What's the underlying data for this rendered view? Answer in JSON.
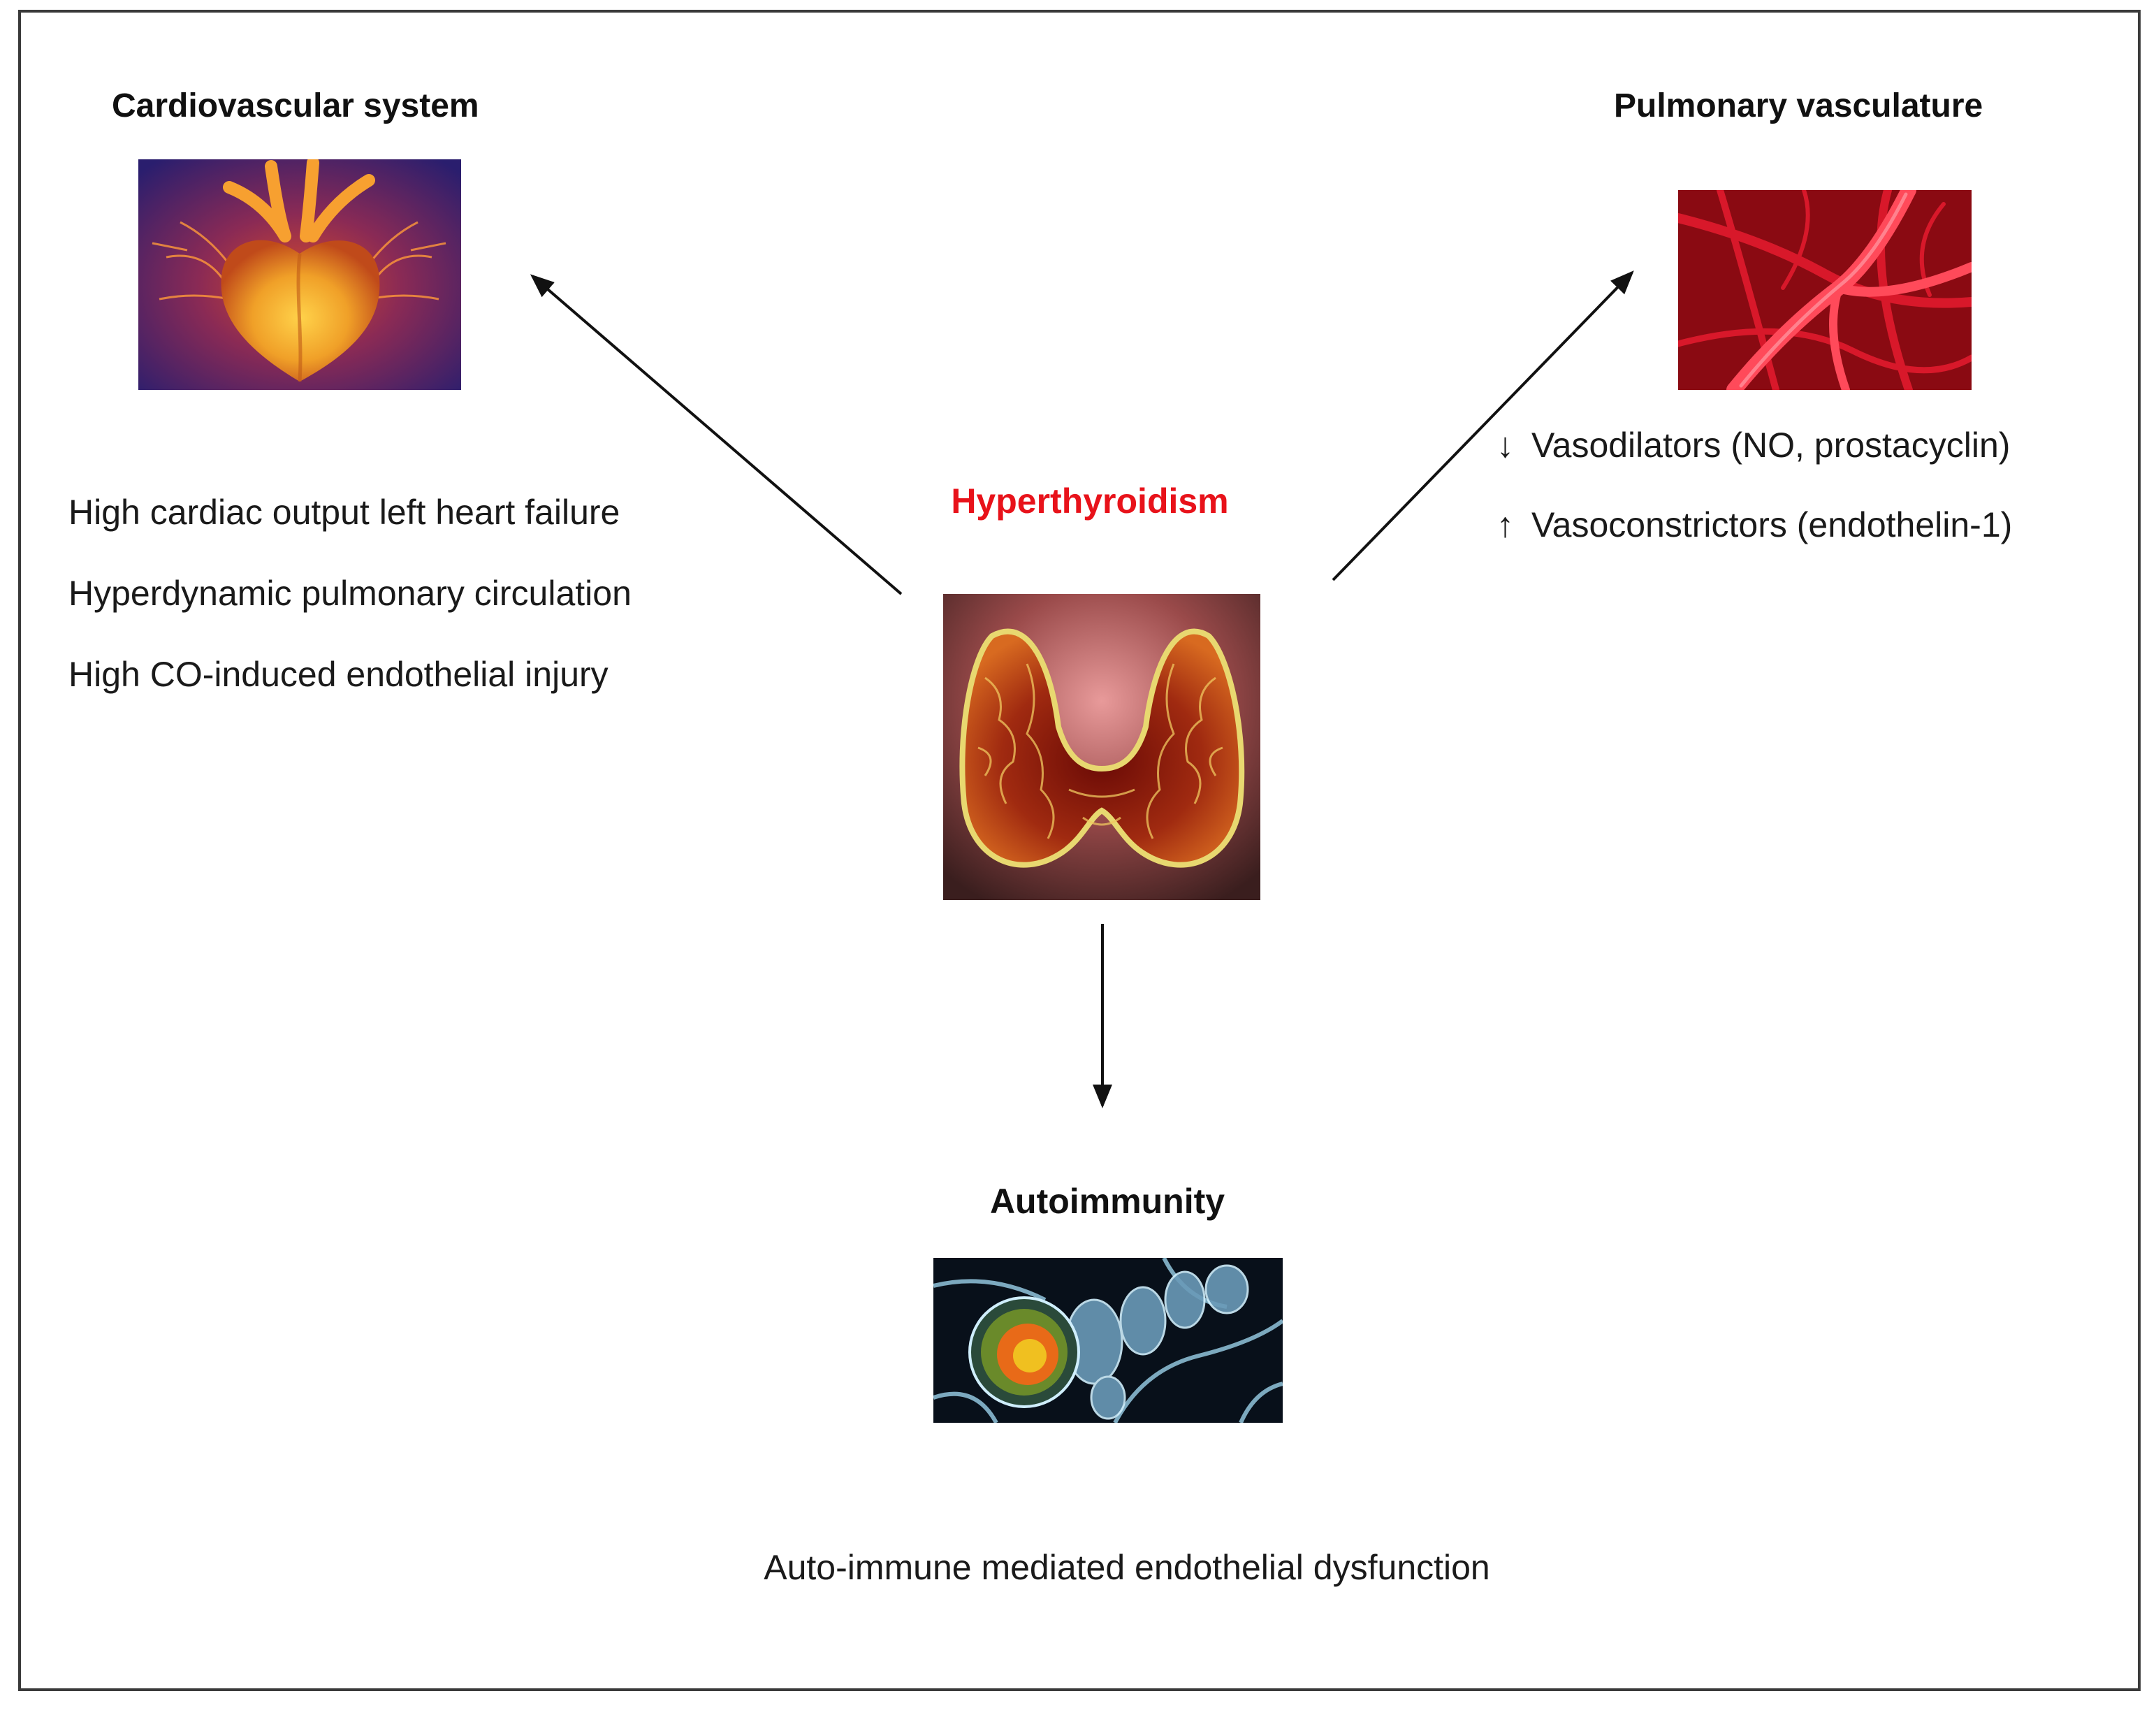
{
  "diagram": {
    "center": {
      "title": "Hyperthyroidism",
      "title_color": "#e8121a",
      "image_icon": "thyroid-gland-image"
    },
    "cardiovascular": {
      "title": "Cardiovascular system",
      "image_icon": "heart-image",
      "effects": [
        "High cardiac output left heart failure",
        "Hyperdynamic pulmonary circulation",
        "High CO-induced endothelial injury"
      ]
    },
    "pulmonary": {
      "title": "Pulmonary vasculature",
      "image_icon": "blood-vessels-image",
      "effects": [
        {
          "arrow": "↓",
          "text": "Vasodilators (NO, prostacyclin)"
        },
        {
          "arrow": "↑",
          "text": "Vasoconstrictors (endothelin-1)"
        }
      ]
    },
    "autoimmunity": {
      "title": "Autoimmunity",
      "image_icon": "immune-cells-image",
      "effect": "Auto-immune mediated endothelial dysfunction"
    }
  }
}
